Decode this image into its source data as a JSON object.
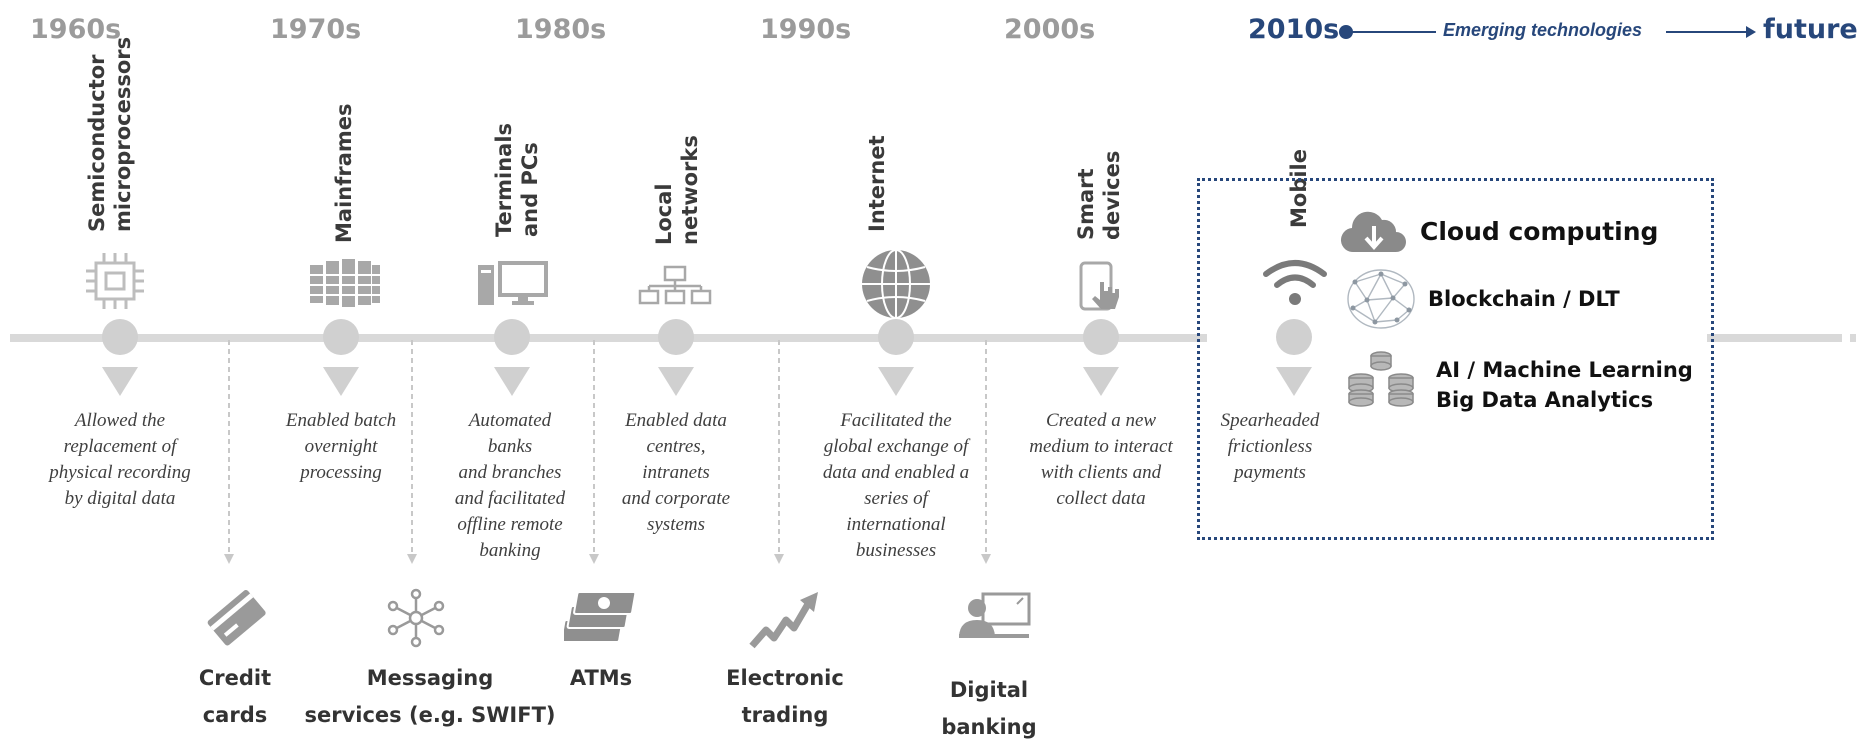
{
  "eras": [
    "1960s",
    "1970s",
    "1980s",
    "1990s",
    "2000s",
    "2010s"
  ],
  "emerging_label": "Emerging technologies",
  "future_label": "future",
  "technologies": [
    {
      "lines": [
        "Semiconductor",
        "microprocessors"
      ],
      "icon": "chip-icon"
    },
    {
      "lines": [
        "Mainframes"
      ],
      "icon": "server-icon"
    },
    {
      "lines": [
        "Terminals",
        "and PCs"
      ],
      "icon": "computer-icon"
    },
    {
      "lines": [
        "Local",
        "networks"
      ],
      "icon": "network-icon"
    },
    {
      "lines": [
        "Internet"
      ],
      "icon": "globe-icon"
    },
    {
      "lines": [
        "Smart",
        "devices"
      ],
      "icon": "tablet-touch-icon"
    },
    {
      "lines": [
        "Mobile"
      ],
      "icon": "wifi-icon"
    }
  ],
  "descriptions": [
    [
      "Allowed the",
      "replacement of",
      "physical recording",
      "by digital data"
    ],
    [
      "Enabled batch",
      "overnight",
      "processing"
    ],
    [
      "Automated",
      "banks",
      "and branches",
      "and facilitated",
      "offline remote",
      "banking"
    ],
    [
      "Enabled data",
      "centres,",
      "intranets",
      "and corporate",
      "systems"
    ],
    [
      "Facilitated the",
      "global exchange of",
      "data and enabled a",
      "series of",
      "international",
      "businesses"
    ],
    [
      "Created a new",
      "medium to interact",
      "with clients and",
      "collect data"
    ],
    [
      "Spearheaded",
      "frictionless",
      "payments"
    ]
  ],
  "products": [
    {
      "lines": [
        "Credit",
        "cards"
      ],
      "icon": "credit-card-icon"
    },
    {
      "lines": [
        "Messaging",
        "services (e.g. SWIFT)"
      ],
      "icon": "hub-icon"
    },
    {
      "lines": [
        "ATMs"
      ],
      "icon": "cash-icon"
    },
    {
      "lines": [
        "Electronic",
        "trading"
      ],
      "icon": "chart-up-icon"
    },
    {
      "lines": [
        "Digital",
        "banking"
      ],
      "icon": "person-screen-icon"
    }
  ],
  "emerging": [
    {
      "lines": [
        "Cloud computing"
      ],
      "icon": "cloud-download-icon"
    },
    {
      "lines": [
        "Blockchain / DLT"
      ],
      "icon": "mesh-globe-icon"
    },
    {
      "lines": [
        "AI / Machine Learning",
        "Big Data Analytics"
      ],
      "icon": "data-stack-icon"
    }
  ],
  "colors": {
    "accent": "#27477b",
    "timeline": "#d9d9d9",
    "era": "#9b9b9b"
  }
}
